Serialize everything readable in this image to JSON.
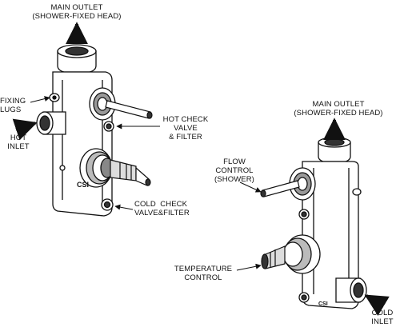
{
  "labels": {
    "main_outlet_left": "MAIN OUTLET\n(SHOWER-FIXED HEAD)",
    "fixing_lugs": "FIXING\nLUGS",
    "hot_inlet": "HOT\nINLET",
    "hot_check_valve": "HOT CHECK\nVALVE\n& FILTER",
    "cold_check_valve": "COLD  CHECK\nVALVE&FILTER",
    "main_outlet_right": "MAIN OUTLET\n(SHOWER-FIXED HEAD)",
    "flow_control": "FLOW\nCONTROL\n(SHOWER)",
    "temperature_control": "TEMPERATURE\nCONTROL",
    "cold_inlet": "COLD\nINLET"
  },
  "body_markings": {
    "left_stamp": "CSI",
    "right_stamp": "CSI"
  }
}
